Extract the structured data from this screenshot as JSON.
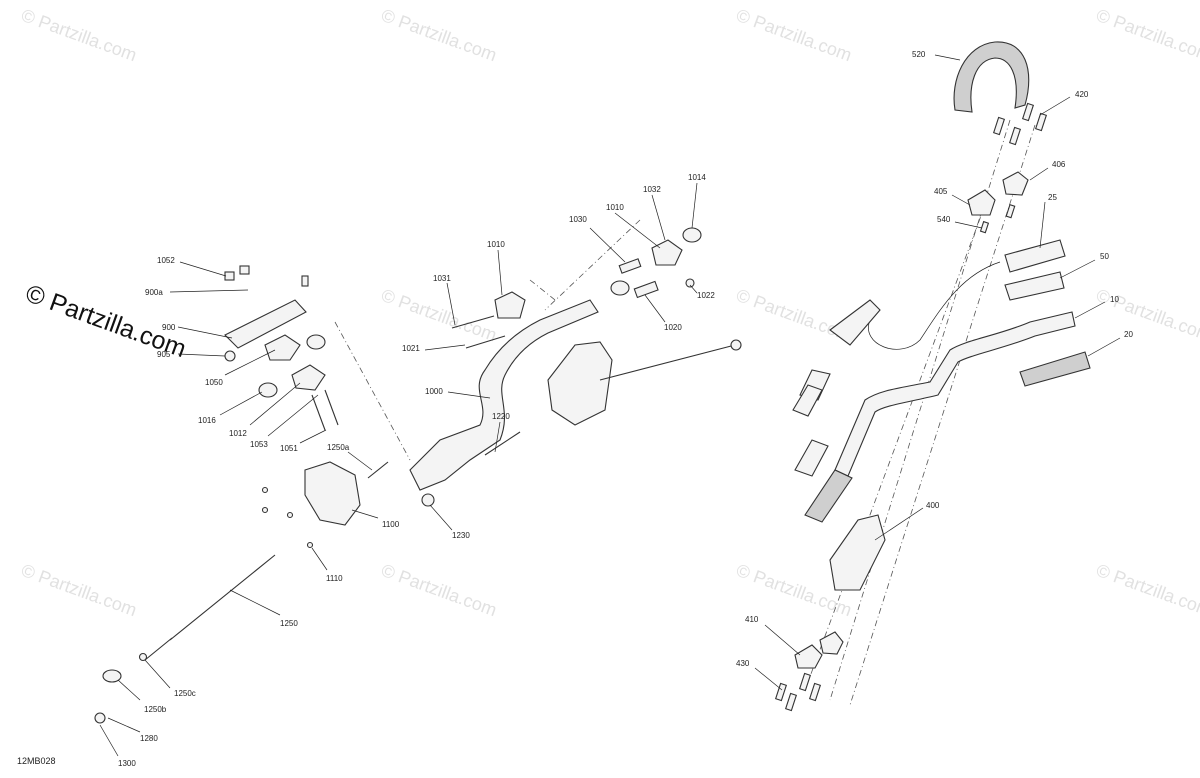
{
  "watermark": {
    "text": "© Partzilla.com",
    "text_alt": "© Partzilla.com"
  },
  "diagram_code": "12MB028",
  "callouts": {
    "c520": "520",
    "c420": "420",
    "c406": "406",
    "c405": "405",
    "c540": "540",
    "c25": "25",
    "c50": "50",
    "c10": "10",
    "c20": "20",
    "c400": "400",
    "c410": "410",
    "c430": "430",
    "c1014": "1014",
    "c1032": "1032",
    "c1010a": "1010",
    "c1030": "1030",
    "c1010b": "1010",
    "c1031": "1031",
    "c1022": "1022",
    "c1020": "1020",
    "c1021": "1021",
    "c1000": "1000",
    "c1220": "1220",
    "c1230": "1230",
    "c1052": "1052",
    "c900a": "900a",
    "c900": "900",
    "c905": "905",
    "c1050": "1050",
    "c1016": "1016",
    "c1012": "1012",
    "c1053": "1053",
    "c1051": "1051",
    "c1250a": "1250a",
    "c1100": "1100",
    "c1110": "1110",
    "c1250": "1250",
    "c1250c": "1250c",
    "c1250b": "1250b",
    "c1280": "1280",
    "c1300": "1300"
  }
}
